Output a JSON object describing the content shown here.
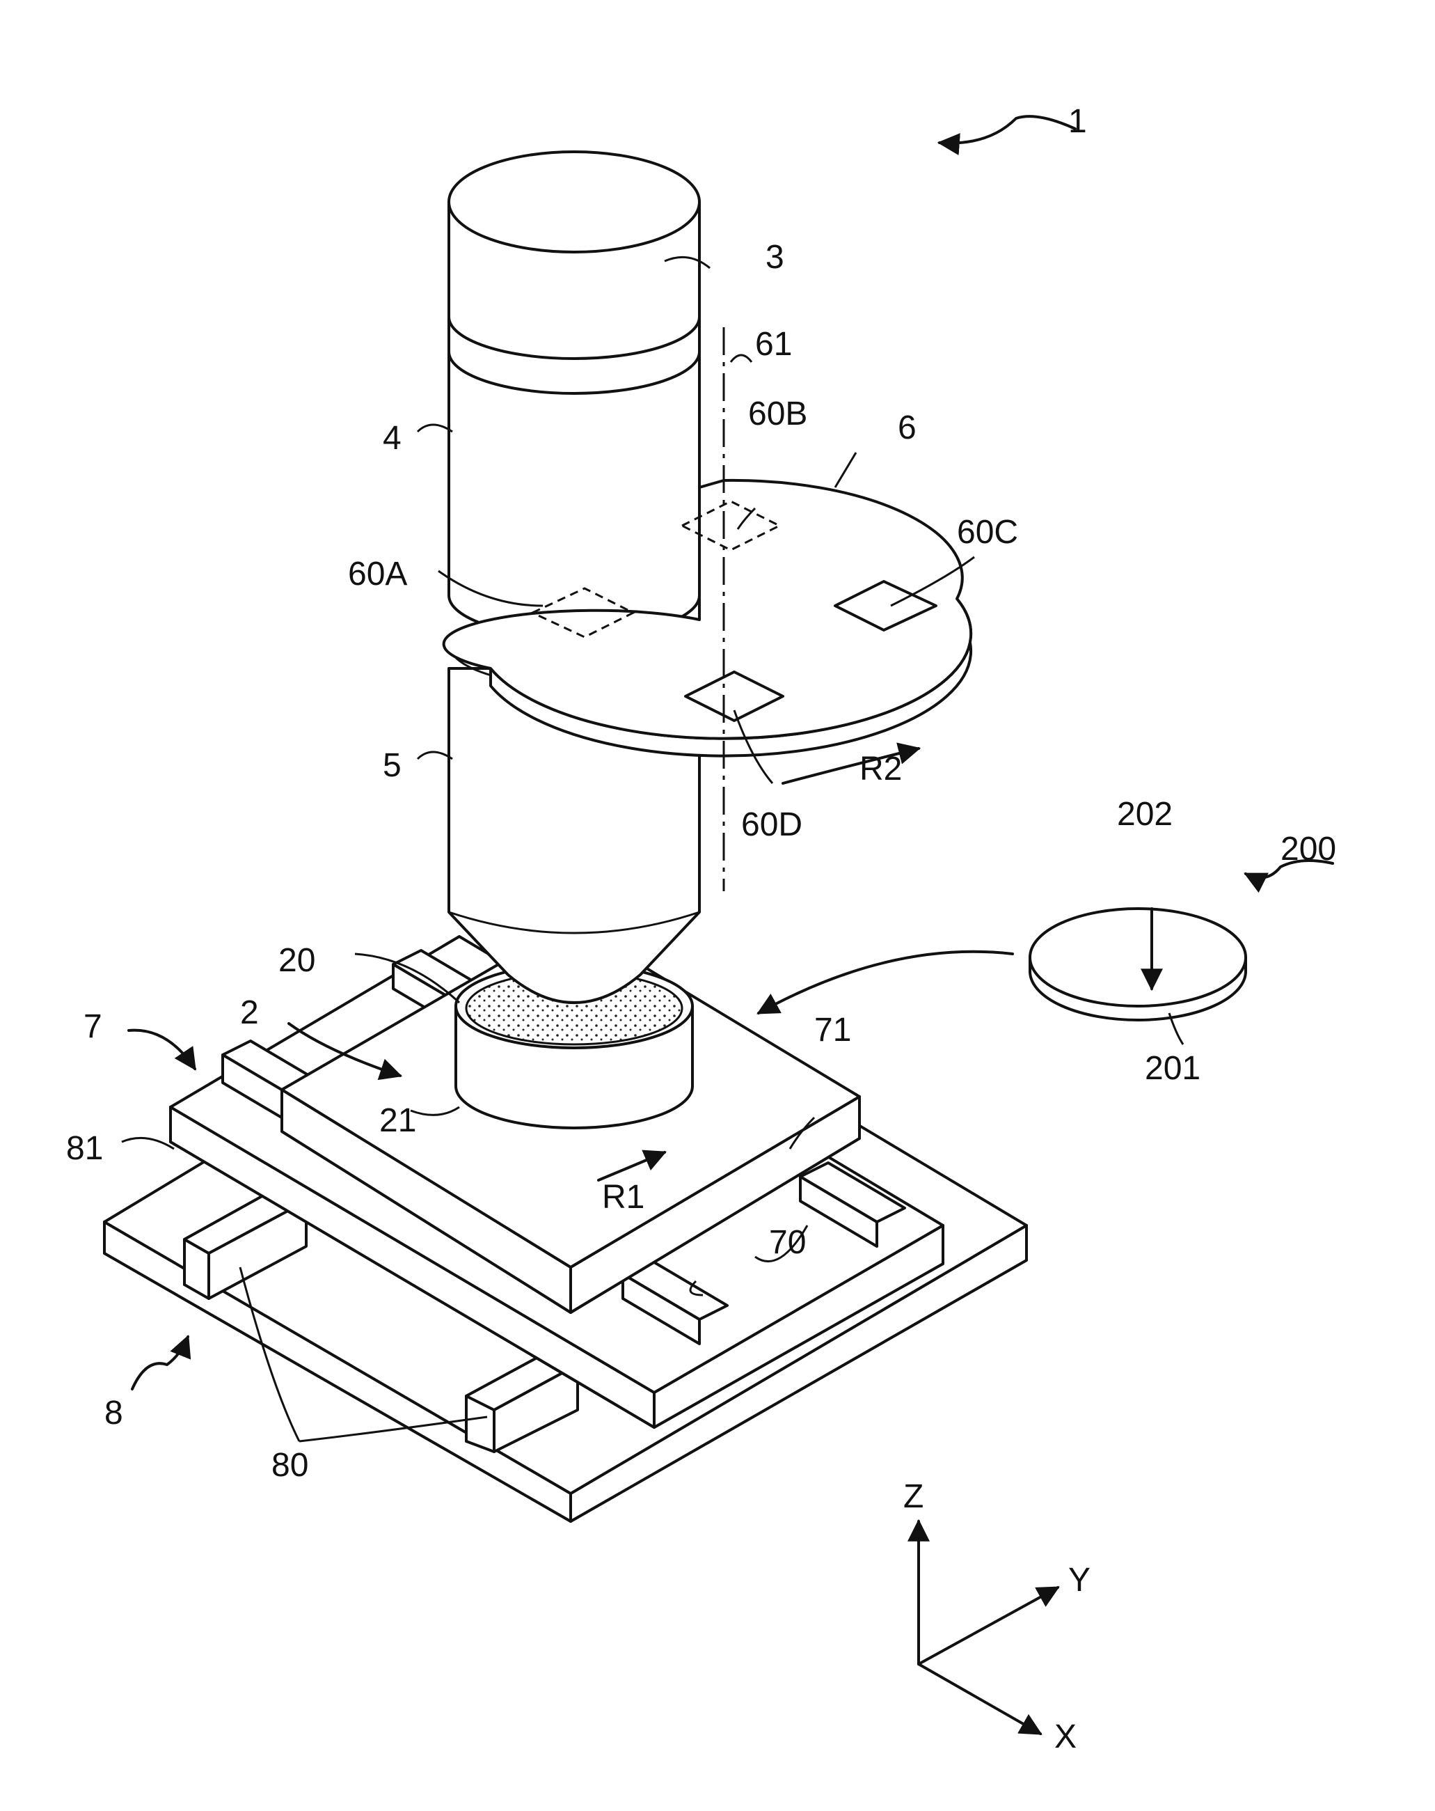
{
  "labels": {
    "apparatus": "1",
    "stage_base": "2",
    "light_source": "3",
    "lens_upper": "4",
    "lens_lower": "5",
    "turret": "6",
    "y_stage": "7",
    "x_stage": "8",
    "sample": "20",
    "holder": "21",
    "turret_axis": "61",
    "rail_y": "70",
    "table_y": "71",
    "rail_x": "80",
    "table_x": "81",
    "filter_a": "60A",
    "filter_b": "60B",
    "filter_c": "60C",
    "filter_d": "60D",
    "rot_r1": "R1",
    "rot_r2": "R2",
    "disk": "200",
    "disk_bottom": "201",
    "disk_top": "202"
  },
  "axes": {
    "z": "Z",
    "y": "Y",
    "x": "X"
  }
}
